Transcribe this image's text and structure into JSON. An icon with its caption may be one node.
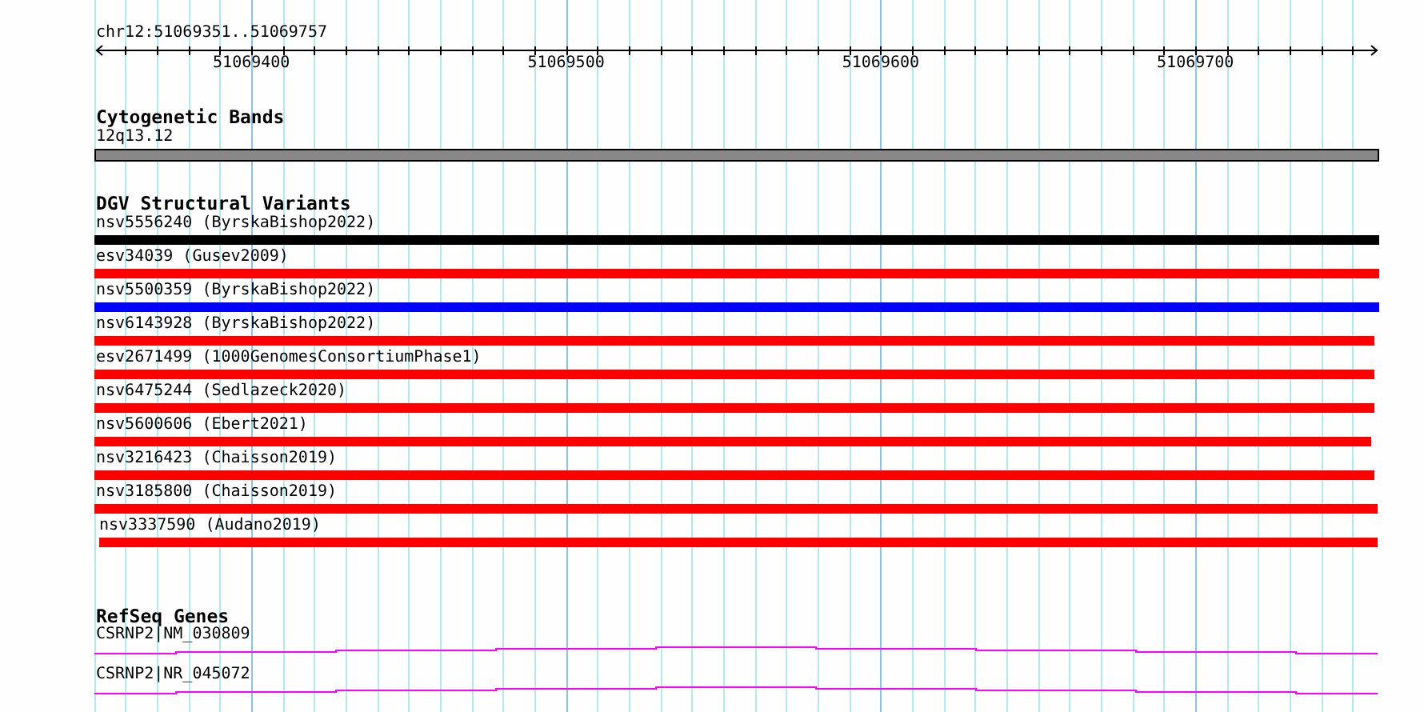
{
  "diagram": {
    "nodes": [
      {
        "text": [
          "12q13.12"
        ]
      },
      {
        "text": [
          "nsv5556240 (ByrskaBishop2022)"
        ]
      },
      {
        "text": [
          "esv34039 (Gusev2009)"
        ]
      },
      {
        "text": [
          "nsv5500359 (ByrskaBishop2022)"
        ]
      },
      {
        "text": [
          "nsv6143928 (ByrskaBishop2022)"
        ]
      },
      {
        "text": [
          "esv2671499 (1000GenomesConsortiumPhase1)"
        ]
      },
      {
        "text": [
          "nsv6475244 (Sedlazeck2020)"
        ]
      },
      {
        "text": [
          "nsv5600606 (Ebert2021)"
        ]
      },
      {
        "text": [
          "nsv3216423 (Chaisson2019)"
        ]
      },
      {
        "text": [
          "nsv3185800 (Chaisson2019)"
        ]
      },
      {
        "text": [
          "nsv3337590 (Audano2019)"
        ]
      },
      {
        "text": [
          "CSRNP2|NM_030809"
        ]
      },
      {
        "text": [
          "CSRNP2|NR_045072"
        ]
      }
    ],
    "labels": [
      "chr12:51069351..51069757",
      "51069400",
      "51069500",
      "51069600",
      "51069700",
      "Cytogenetic Bands",
      "DGV Structural Variants",
      "RefSeq Genes"
    ]
  }
}
